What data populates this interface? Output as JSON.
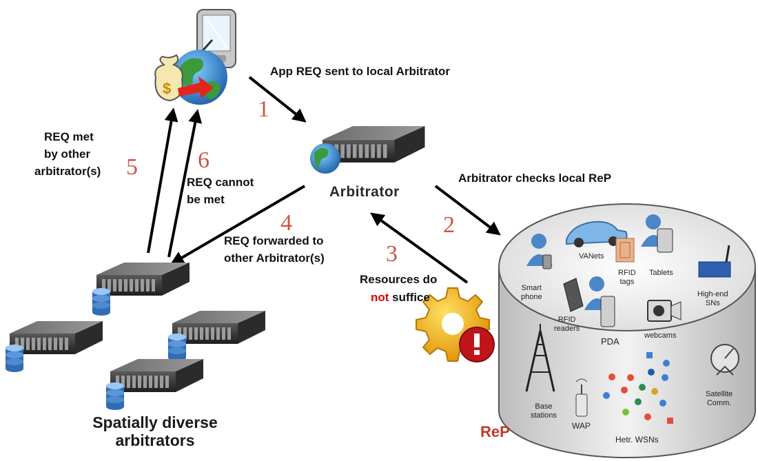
{
  "labels": {
    "step1": "App REQ sent to local Arbitrator",
    "step2": "Arbitrator checks local ReP",
    "step3_line1": "Resources  do",
    "step3_not": "not",
    "step3_suffice": " suffice",
    "step4_line1": "REQ forwarded to",
    "step4_line2": "other Arbitrator(s)",
    "step5_line1": "REQ met",
    "step5_line2": "by other",
    "step5_line3": "arbitrator(s)",
    "step6_line1": "REQ cannot",
    "step6_line2": "be met",
    "arbitrator": "Arbitrator",
    "diverse_line1": "Spatially diverse",
    "diverse_line2": "arbitrators",
    "rep": "ReP"
  },
  "numbers": [
    "1",
    "2",
    "3",
    "4",
    "5",
    "6"
  ],
  "devices": {
    "smartphone_1": "Smart",
    "smartphone_2": "phone",
    "vanets": "VANets",
    "rfid_tags_1": "RFID",
    "rfid_tags_2": "tags",
    "tablets": "Tablets",
    "highend_1": "High-end",
    "highend_2": "SNs",
    "rfid_readers_1": "RFID",
    "rfid_readers_2": "readers",
    "pda": "PDA",
    "webcams": "webcams",
    "base_1": "Base",
    "base_2": "stations",
    "wap": "WAP",
    "wsns": "Hetr. WSNs",
    "sat_1": "Satellite",
    "sat_2": "Comm."
  },
  "colors": {
    "number": "#c0392b",
    "not_red": "#e00000",
    "arrow": "#000000",
    "server": "#3b3b3b",
    "database": "#2f6db5",
    "gear": "#f4b400",
    "alert": "#c0141b"
  }
}
